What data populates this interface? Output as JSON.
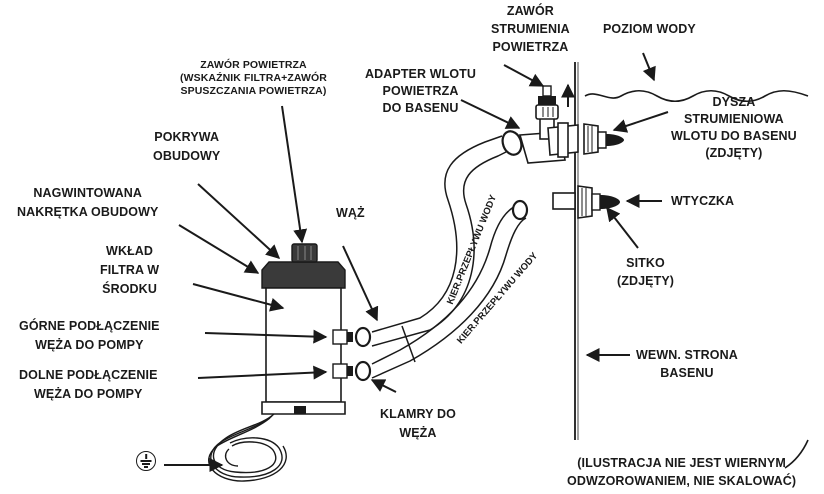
{
  "labels": {
    "air_valve_jet": [
      "ZAWÓR",
      "STRUMIENIA",
      "POWIETRZA"
    ],
    "water_level": "POZIOM WODY",
    "air_valve": [
      "ZAWÓR POWIETRZA",
      "(WSKAŹNIK FILTRA+ZAWÓR",
      "SPUSZCZANIA POWIETRZA)"
    ],
    "adapter": [
      "ADAPTER WLOTU",
      "POWIETRZA",
      "DO BASENU"
    ],
    "nozzle": [
      "DYSZA",
      "STRUMIENIOWA",
      "WLOTU DO BASENU",
      "(ZDJĘTY)"
    ],
    "housing_cover": [
      "POKRYWA",
      "OBUDOWY"
    ],
    "threaded_nut": [
      "NAGWINTOWANA",
      "NAKRĘTKA OBUDOWY"
    ],
    "hose": "WĄŻ",
    "plug": "WTYCZKA",
    "cartridge": [
      "WKŁAD",
      "FILTRA W",
      "ŚRODKU"
    ],
    "strainer": [
      "SITKO",
      "(ZDJĘTY)"
    ],
    "upper_connection": [
      "GÓRNE PODŁĄCZENIE",
      "WĘŻA DO POMPY"
    ],
    "lower_connection": [
      "DOLNE PODŁĄCZENIE",
      "WĘŻA DO POMPY"
    ],
    "pool_inner_wall": [
      "WEWN. STRONA",
      "BASENU"
    ],
    "hose_clamps": [
      "KLAMRY DO",
      "WĘŻA"
    ],
    "disclaimer": [
      "(ILUSTRACJA NIE JEST WIERNYM",
      "ODWZOROWANIEM, NIE SKALOWAĆ)"
    ],
    "flow_direction": "KIER.PRZEPŁYWU WODY"
  },
  "colors": {
    "ink": "#1a1a1a",
    "filter_cap": "#3a3a3a",
    "background": "#ffffff"
  },
  "icons": {
    "ground_symbol": "earth-ground-icon"
  }
}
